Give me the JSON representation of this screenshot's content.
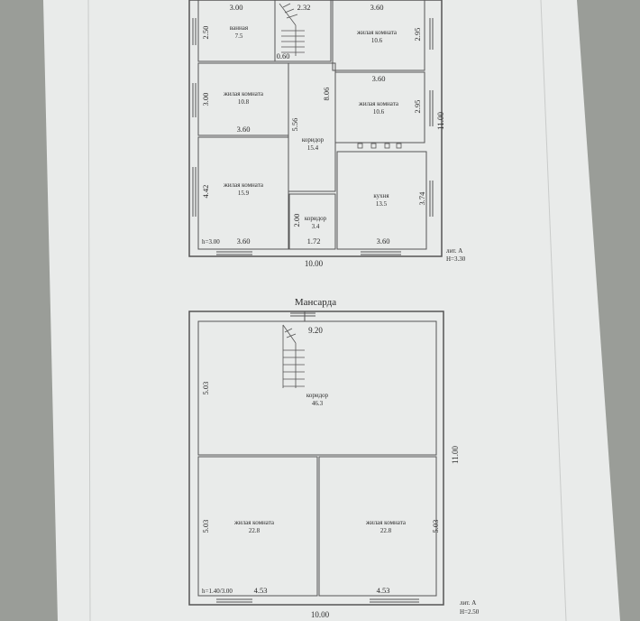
{
  "floor1": {
    "rooms": [
      {
        "key": "bath",
        "name": "ванная",
        "area": "7.5"
      },
      {
        "key": "living_tr",
        "name": "жилая комната",
        "area": "10.6"
      },
      {
        "key": "living_ml",
        "name": "жилая комната",
        "area": "10.8"
      },
      {
        "key": "living_mr",
        "name": "жилая комната",
        "area": "10.6"
      },
      {
        "key": "corridor_main",
        "name": "коридор",
        "area": "15.4"
      },
      {
        "key": "living_bl",
        "name": "жилая комната",
        "area": "15.9"
      },
      {
        "key": "kitchen",
        "name": "кухня",
        "area": "13.5"
      },
      {
        "key": "corridor_small",
        "name": "коридор",
        "area": "3.4"
      }
    ],
    "dims": {
      "bath_w": "3.00",
      "stair_w": "2.32",
      "tr_w": "3.60",
      "bath_h": "2.50",
      "tr_h": "2.95",
      "stair_gap": "0.60",
      "corridor_len": "8.06",
      "mr_w": "3.60",
      "ml_h": "3.00",
      "mr_h": "2.95",
      "overall_h": "11.00",
      "corr_h": "5.56",
      "ml_w": "3.60",
      "bl_h": "4.42",
      "kitchen_h": "3.74",
      "corr_small_h": "2.00",
      "bl_w": "3.60",
      "corr_small_w": "1.72",
      "kitchen_w": "3.60",
      "overall_w": "10.00"
    },
    "height_note": "h=3.00",
    "lit": "лит. А",
    "H": "H=3.30"
  },
  "attic": {
    "title": "Мансарда",
    "rooms": [
      {
        "key": "corridor",
        "name": "коридор",
        "area": "46.3"
      },
      {
        "key": "living_l",
        "name": "жилая комната",
        "area": "22.8"
      },
      {
        "key": "living_r",
        "name": "жилая комната",
        "area": "22.8"
      }
    ],
    "dims": {
      "top_w": "9.20",
      "corr_h": "5.03",
      "overall_h": "11.00",
      "l_h": "5.03",
      "r_h": "5.03",
      "l_w": "4.53",
      "r_w": "4.53",
      "overall_w": "10.00"
    },
    "height_note": "h=1.40/3.00",
    "lit": "лит. А",
    "H": "H=2.50"
  }
}
